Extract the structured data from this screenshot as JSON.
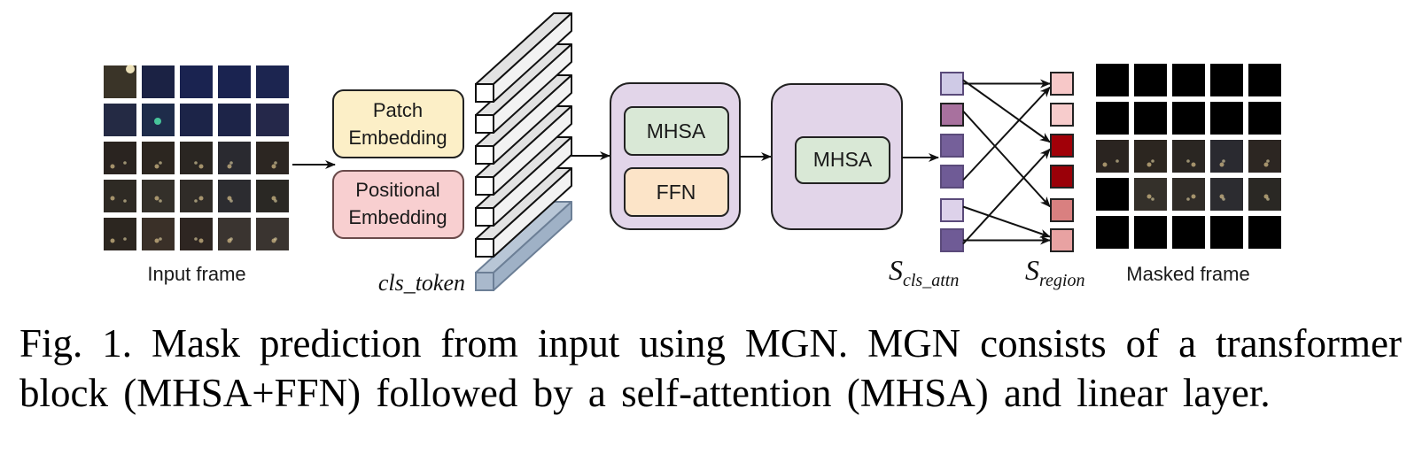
{
  "figure": {
    "input_frame": {
      "label": "Input frame",
      "grid_rows": 5,
      "grid_cols": 5,
      "patch_colors": [
        [
          "#3a3428",
          "#1b2244",
          "#1a2350",
          "#1a2350",
          "#1c2550"
        ],
        [
          "#242a44",
          "#1e2c4a",
          "#1c2448",
          "#1d2448",
          "#25284a"
        ],
        [
          "#2a2420",
          "#2c2620",
          "#2a2622",
          "#2a2a30",
          "#2c2622"
        ],
        [
          "#2e2a24",
          "#34302a",
          "#302c28",
          "#2c2c30",
          "#2a2824"
        ],
        [
          "#2c2620",
          "#3a3028",
          "#2e2622",
          "#3a3430",
          "#3a3430"
        ]
      ]
    },
    "patch_embedding": {
      "label_line1": "Patch",
      "label_line2": "Embedding",
      "fill": "#fcefc7"
    },
    "positional_embedding": {
      "label_line1": "Positional",
      "label_line2": "Embedding",
      "fill": "#f8cfd0"
    },
    "token_stack": {
      "count": 6,
      "token_fill": "#e8e8e8",
      "cls_fill": "#a9b9cc",
      "cls_label": "cls_token"
    },
    "transformer_block": {
      "fill": "#e2d5e9",
      "mhsa_label": "MHSA",
      "mhsa_fill": "#d9e8d6",
      "ffn_label": "FFN",
      "ffn_fill": "#fce4c8"
    },
    "attention_block": {
      "fill": "#e2d5e9",
      "mhsa_label": "MHSA",
      "mhsa_fill": "#d9e8d6"
    },
    "s_cls_attn": {
      "label_main": "S",
      "label_sub": "cls_attn",
      "cells": [
        "#cfcae6",
        "#a8719e",
        "#75609a",
        "#6f5b96",
        "#ddd2ea",
        "#6f5b96"
      ]
    },
    "s_region": {
      "label_main": "S",
      "label_sub": "region",
      "cells": [
        "#f7c8c8",
        "#f7cccc",
        "#a10008",
        "#9a0008",
        "#d98080",
        "#e8a2a2"
      ]
    },
    "connections": [
      {
        "from": 0,
        "to": 0
      },
      {
        "from": 0,
        "to": 2
      },
      {
        "from": 1,
        "to": 4
      },
      {
        "from": 3,
        "to": 0
      },
      {
        "from": 4,
        "to": 5
      },
      {
        "from": 5,
        "to": 2
      },
      {
        "from": 5,
        "to": 5
      }
    ],
    "masked_frame": {
      "label": "Masked frame",
      "visible_mask": [
        [
          0,
          0,
          0,
          0,
          0
        ],
        [
          0,
          0,
          0,
          0,
          0
        ],
        [
          1,
          1,
          1,
          1,
          1
        ],
        [
          0,
          1,
          1,
          1,
          1
        ],
        [
          0,
          0,
          0,
          0,
          0
        ]
      ]
    }
  },
  "caption": {
    "line1": "Fig. 1.  Mask prediction from input using MGN. MGN consists of a transformer",
    "line2": "block (MHSA+FFN) followed by a self-attention (MHSA) and linear layer."
  }
}
